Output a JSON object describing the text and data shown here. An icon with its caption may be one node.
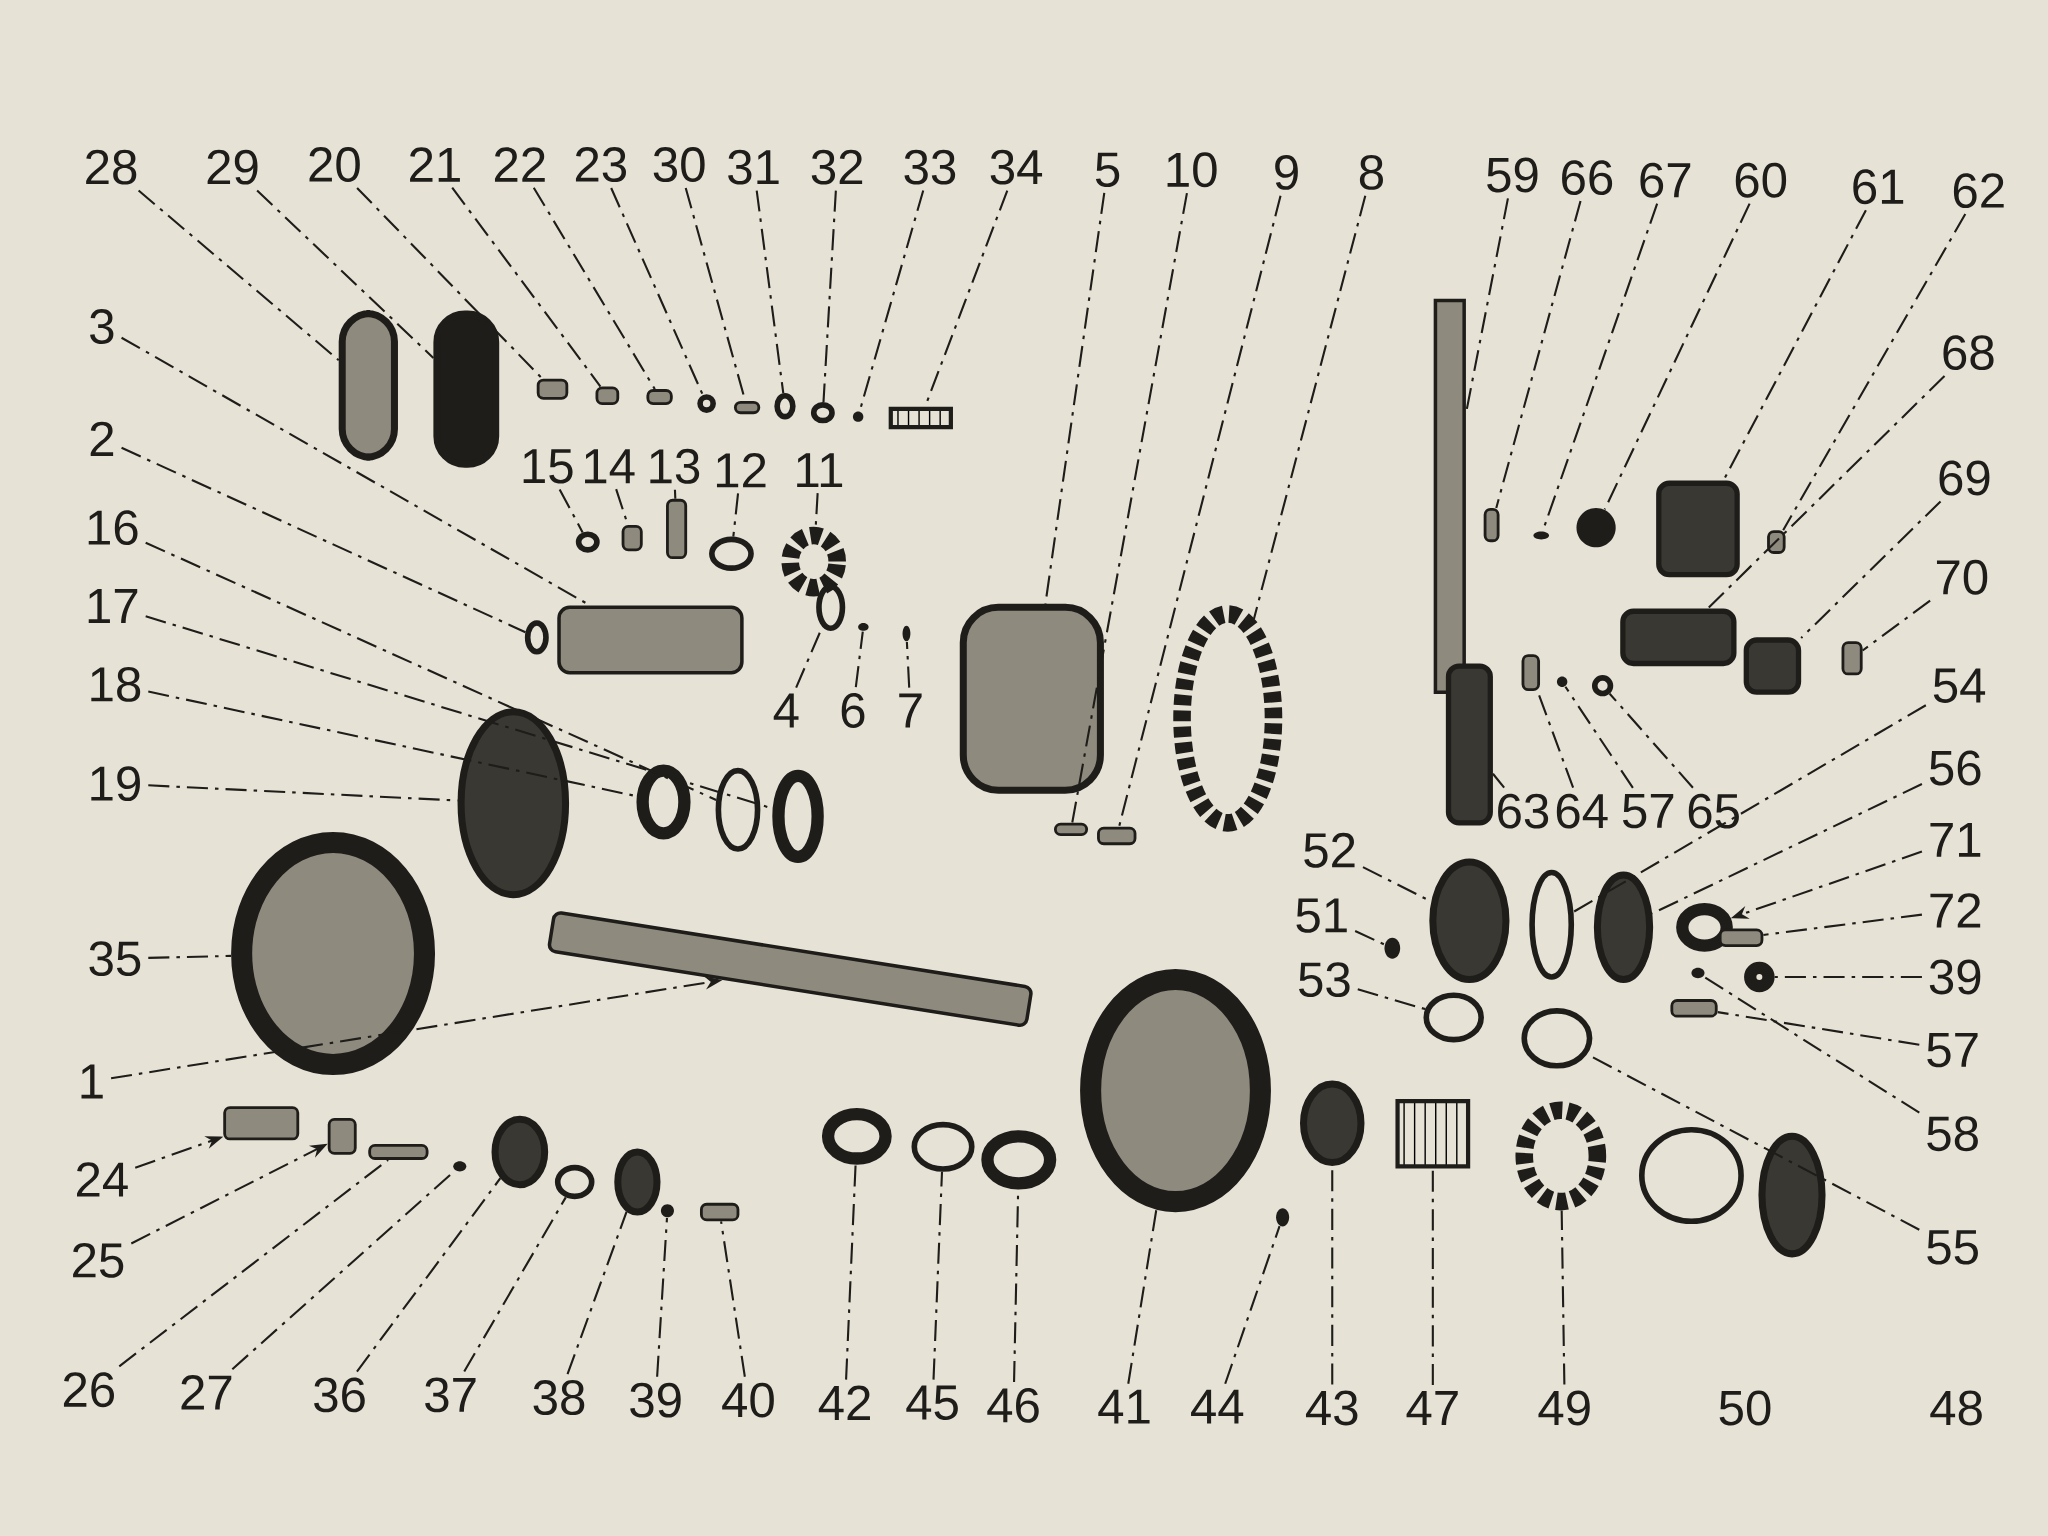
{
  "diagram": {
    "nodes": [
      {
        "text": [
          "28"
        ]
      },
      {
        "text": [],
        "shape": "box"
      },
      {
        "text": [
          "29"
        ]
      },
      {
        "text": [],
        "shape": "box"
      },
      {
        "text": [
          "20"
        ]
      },
      {
        "text": [],
        "shape": "box"
      },
      {
        "text": [
          "21"
        ]
      },
      {
        "text": [],
        "shape": "box"
      },
      {
        "text": [
          "22"
        ]
      },
      {
        "text": [],
        "shape": "box"
      },
      {
        "text": [
          "23"
        ]
      },
      {
        "text": [],
        "shape": "circle"
      },
      {
        "text": [
          "30"
        ]
      },
      {
        "text": [],
        "shape": "box"
      },
      {
        "text": [
          "31"
        ]
      },
      {
        "text": [],
        "shape": "circle"
      },
      {
        "text": [
          "32"
        ]
      },
      {
        "text": [],
        "shape": "circle"
      },
      {
        "text": [
          "33"
        ]
      },
      {
        "text": [],
        "shape": "circle"
      },
      {
        "text": [
          "34"
        ]
      },
      {
        "text": [],
        "shape": "box"
      },
      {
        "text": [
          "5"
        ]
      },
      {
        "text": [],
        "shape": "box"
      },
      {
        "text": [
          "10"
        ]
      },
      {
        "text": [],
        "shape": "box"
      },
      {
        "text": [
          "9"
        ]
      },
      {
        "text": [],
        "shape": "box"
      },
      {
        "text": [
          "8"
        ]
      },
      {
        "text": [],
        "shape": "circle"
      },
      {
        "text": [
          "59"
        ]
      },
      {
        "text": [],
        "shape": "box"
      },
      {
        "text": [
          "66"
        ]
      },
      {
        "text": [],
        "shape": "box"
      },
      {
        "text": [
          "67"
        ]
      },
      {
        "text": [],
        "shape": "circle"
      },
      {
        "text": [
          "60"
        ]
      },
      {
        "text": [],
        "shape": "circle"
      },
      {
        "text": [
          "61"
        ]
      },
      {
        "text": [],
        "shape": "box"
      },
      {
        "text": [
          "62"
        ]
      },
      {
        "text": [],
        "shape": "box"
      },
      {
        "text": [
          "3"
        ]
      },
      {
        "text": [],
        "shape": "box"
      },
      {
        "text": [
          "2"
        ]
      },
      {
        "text": [],
        "shape": "circle"
      },
      {
        "text": [
          "16"
        ]
      },
      {
        "text": [],
        "shape": "circle"
      },
      {
        "text": [
          "17"
        ]
      },
      {
        "text": [],
        "shape": "circle"
      },
      {
        "text": [
          "18"
        ]
      },
      {
        "text": [],
        "shape": "circle"
      },
      {
        "text": [
          "19"
        ]
      },
      {
        "text": [],
        "shape": "circle"
      },
      {
        "text": [
          "15"
        ]
      },
      {
        "text": [],
        "shape": "circle"
      },
      {
        "text": [
          "14"
        ]
      },
      {
        "text": [],
        "shape": "box"
      },
      {
        "text": [
          "13"
        ]
      },
      {
        "text": [],
        "shape": "box"
      },
      {
        "text": [
          "12"
        ]
      },
      {
        "text": [],
        "shape": "circle"
      },
      {
        "text": [
          "11"
        ]
      },
      {
        "text": [],
        "shape": "circle"
      },
      {
        "text": [
          "4"
        ]
      },
      {
        "text": [],
        "shape": "circle"
      },
      {
        "text": [
          "6"
        ]
      },
      {
        "text": [],
        "shape": "circle"
      },
      {
        "text": [
          "7"
        ]
      },
      {
        "text": [],
        "shape": "circle"
      },
      {
        "text": [
          "68"
        ]
      },
      {
        "text": [],
        "shape": "box"
      },
      {
        "text": [
          "69"
        ]
      },
      {
        "text": [],
        "shape": "box"
      },
      {
        "text": [
          "70"
        ]
      },
      {
        "text": [],
        "shape": "box"
      },
      {
        "text": [
          "63"
        ]
      },
      {
        "text": [],
        "shape": "box"
      },
      {
        "text": [
          "64"
        ]
      },
      {
        "text": [],
        "shape": "box"
      },
      {
        "text": [
          "57"
        ]
      },
      {
        "text": [],
        "shape": "circle"
      },
      {
        "text": [
          "65"
        ]
      },
      {
        "text": [],
        "shape": "circle"
      },
      {
        "text": [
          "52"
        ]
      },
      {
        "text": [],
        "shape": "circle"
      },
      {
        "text": [
          "51"
        ]
      },
      {
        "text": [],
        "shape": "circle"
      },
      {
        "text": [
          "53"
        ]
      },
      {
        "text": [],
        "shape": "circle"
      },
      {
        "text": [
          "54"
        ]
      },
      {
        "text": [],
        "shape": "circle"
      },
      {
        "text": [
          "56"
        ]
      },
      {
        "text": [],
        "shape": "circle"
      },
      {
        "text": [
          "71"
        ]
      },
      {
        "text": [],
        "shape": "circle"
      },
      {
        "text": [
          "72"
        ]
      },
      {
        "text": [],
        "shape": "box"
      },
      {
        "text": [
          "39"
        ]
      },
      {
        "text": [],
        "shape": "circle"
      },
      {
        "text": [
          "57"
        ]
      },
      {
        "text": [],
        "shape": "box"
      },
      {
        "text": [
          "58"
        ]
      },
      {
        "text": [],
        "shape": "circle"
      },
      {
        "text": [
          "55"
        ]
      },
      {
        "text": [],
        "shape": "circle"
      },
      {
        "text": [
          "35"
        ]
      },
      {
        "text": [],
        "shape": "circle"
      },
      {
        "text": [
          "1"
        ]
      },
      {
        "text": [],
        "shape": "box"
      },
      {
        "text": [
          "24"
        ]
      },
      {
        "text": [],
        "shape": "box"
      },
      {
        "text": [
          "25"
        ]
      },
      {
        "text": [],
        "shape": "box"
      },
      {
        "text": [
          "26"
        ]
      },
      {
        "text": [],
        "shape": "box"
      },
      {
        "text": [
          "27"
        ]
      },
      {
        "text": [],
        "shape": "circle"
      },
      {
        "text": [
          "36"
        ]
      },
      {
        "text": [],
        "shape": "circle"
      },
      {
        "text": [
          "37"
        ]
      },
      {
        "text": [],
        "shape": "circle"
      },
      {
        "text": [
          "38"
        ]
      },
      {
        "text": [],
        "shape": "circle"
      },
      {
        "text": [
          "39"
        ]
      },
      {
        "text": [],
        "shape": "circle"
      },
      {
        "text": [
          "40"
        ]
      },
      {
        "text": [],
        "shape": "box"
      },
      {
        "text": [
          "42"
        ]
      },
      {
        "text": [],
        "shape": "circle"
      },
      {
        "text": [
          "45"
        ]
      },
      {
        "text": [],
        "shape": "circle"
      },
      {
        "text": [
          "46"
        ]
      },
      {
        "text": [],
        "shape": "circle"
      },
      {
        "text": [
          "41"
        ]
      },
      {
        "text": [],
        "shape": "circle"
      },
      {
        "text": [
          "44"
        ]
      },
      {
        "text": [],
        "shape": "circle"
      },
      {
        "text": [
          "43"
        ]
      },
      {
        "text": [],
        "shape": "circle"
      },
      {
        "text": [
          "47"
        ]
      },
      {
        "text": [],
        "shape": "box"
      },
      {
        "text": [
          "49"
        ]
      },
      {
        "text": [],
        "shape": "circle"
      },
      {
        "text": [
          "50"
        ]
      },
      {
        "text": [],
        "shape": "circle"
      },
      {
        "text": [
          "48"
        ]
      },
      {
        "text": [],
        "shape": "circle"
      }
    ],
    "edges": [
      {
        "from": 0,
        "to": 1,
        "arrow": "none"
      },
      {
        "from": 2,
        "to": 3,
        "arrow": "none"
      },
      {
        "from": 4,
        "to": 5,
        "arrow": "none"
      },
      {
        "from": 6,
        "to": 7,
        "arrow": "none"
      },
      {
        "from": 8,
        "to": 9,
        "arrow": "none"
      },
      {
        "from": 10,
        "to": 11,
        "arrow": "none"
      },
      {
        "from": 12,
        "to": 13,
        "arrow": "none"
      },
      {
        "from": 14,
        "to": 15,
        "arrow": "none"
      },
      {
        "from": 16,
        "to": 17,
        "arrow": "none"
      },
      {
        "from": 18,
        "to": 19,
        "arrow": "none"
      },
      {
        "from": 20,
        "to": 21,
        "arrow": "none"
      },
      {
        "from": 22,
        "to": 23,
        "arrow": "none"
      },
      {
        "from": 24,
        "to": 25,
        "arrow": "none"
      },
      {
        "from": 26,
        "to": 27,
        "arrow": "none"
      },
      {
        "from": 28,
        "to": 29,
        "arrow": "none"
      },
      {
        "from": 30,
        "to": 31,
        "arrow": "none"
      },
      {
        "from": 32,
        "to": 33,
        "arrow": "none"
      },
      {
        "from": 34,
        "to": 35,
        "arrow": "none"
      },
      {
        "from": 36,
        "to": 37,
        "arrow": "none"
      },
      {
        "from": 38,
        "to": 39,
        "arrow": "none"
      },
      {
        "from": 40,
        "to": 41,
        "arrow": "none"
      },
      {
        "from": 42,
        "to": 43,
        "arrow": "none"
      },
      {
        "from": 44,
        "to": 45,
        "arrow": "none"
      },
      {
        "from": 46,
        "to": 47,
        "arrow": "none"
      },
      {
        "from": 48,
        "to": 49,
        "arrow": "none"
      },
      {
        "from": 50,
        "to": 51,
        "arrow": "none"
      },
      {
        "from": 52,
        "to": 53,
        "arrow": "none"
      },
      {
        "from": 54,
        "to": 55,
        "arrow": "none"
      },
      {
        "from": 56,
        "to": 57,
        "arrow": "none"
      },
      {
        "from": 58,
        "to": 59,
        "arrow": "none"
      },
      {
        "from": 60,
        "to": 61,
        "arrow": "none"
      },
      {
        "from": 62,
        "to": 63,
        "arrow": "none"
      },
      {
        "from": 64,
        "to": 65,
        "arrow": "none"
      },
      {
        "from": 66,
        "to": 67,
        "arrow": "none"
      },
      {
        "from": 68,
        "to": 69,
        "arrow": "none"
      },
      {
        "from": 70,
        "to": 71,
        "arrow": "none"
      },
      {
        "from": 72,
        "to": 73,
        "arrow": "none"
      },
      {
        "from": 74,
        "to": 75,
        "arrow": "none"
      },
      {
        "from": 76,
        "to": 77,
        "arrow": "none"
      },
      {
        "from": 78,
        "to": 79,
        "arrow": "none"
      },
      {
        "from": 80,
        "to": 81,
        "arrow": "none"
      },
      {
        "from": 82,
        "to": 83,
        "arrow": "none"
      },
      {
        "from": 84,
        "to": 85,
        "arrow": "none"
      },
      {
        "from": 86,
        "to": 87,
        "arrow": "none"
      },
      {
        "from": 88,
        "to": 89,
        "arrow": "none"
      },
      {
        "from": 90,
        "to": 91,
        "arrow": "none"
      },
      {
        "from": 92,
        "to": 93,
        "arrow": "none"
      },
      {
        "from": 94,
        "to": 95,
        "arrow": "to"
      },
      {
        "from": 96,
        "to": 97,
        "arrow": "none"
      },
      {
        "from": 98,
        "to": 99,
        "arrow": "none"
      },
      {
        "from": 100,
        "to": 101,
        "arrow": "none"
      },
      {
        "from": 102,
        "to": 103,
        "arrow": "none"
      },
      {
        "from": 104,
        "to": 105,
        "arrow": "none"
      },
      {
        "from": 106,
        "to": 107,
        "arrow": "none"
      },
      {
        "from": 108,
        "to": 109,
        "arrow": "to"
      },
      {
        "from": 110,
        "to": 111,
        "arrow": "to"
      },
      {
        "from": 112,
        "to": 113,
        "arrow": "to"
      },
      {
        "from": 114,
        "to": 115,
        "arrow": "none"
      },
      {
        "from": 116,
        "to": 117,
        "arrow": "none"
      },
      {
        "from": 118,
        "to": 119,
        "arrow": "none"
      },
      {
        "from": 120,
        "to": 121,
        "arrow": "none"
      },
      {
        "from": 122,
        "to": 123,
        "arrow": "none"
      },
      {
        "from": 124,
        "to": 125,
        "arrow": "none"
      },
      {
        "from": 126,
        "to": 127,
        "arrow": "none"
      },
      {
        "from": 128,
        "to": 129,
        "arrow": "none"
      },
      {
        "from": 130,
        "to": 131,
        "arrow": "none"
      },
      {
        "from": 132,
        "to": 133,
        "arrow": "none"
      },
      {
        "from": 134,
        "to": 135,
        "arrow": "none"
      },
      {
        "from": 136,
        "to": 137,
        "arrow": "none"
      },
      {
        "from": 138,
        "to": 139,
        "arrow": "none"
      },
      {
        "from": 140,
        "to": 141,
        "arrow": "none"
      },
      {
        "from": 142,
        "to": 143,
        "arrow": "none"
      }
    ]
  }
}
